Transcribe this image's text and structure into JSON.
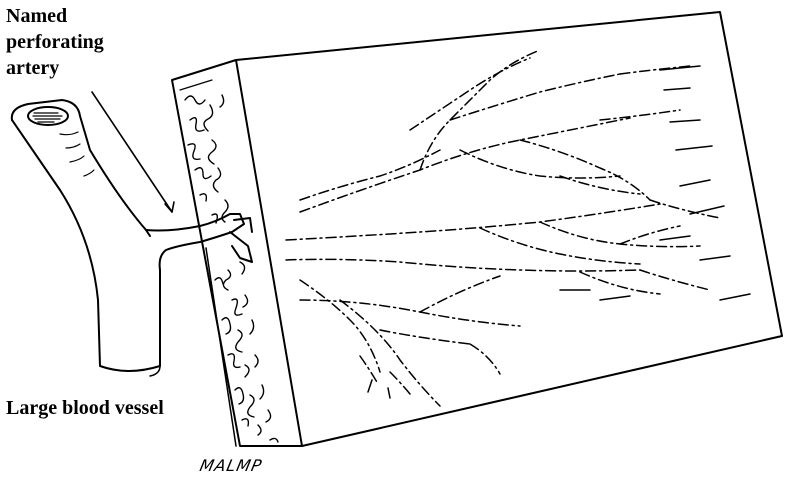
{
  "labels": {
    "perforating_artery": [
      "Named",
      "perforating",
      "artery"
    ],
    "large_vessel": "Large blood vessel"
  },
  "signature": "MALMP"
}
